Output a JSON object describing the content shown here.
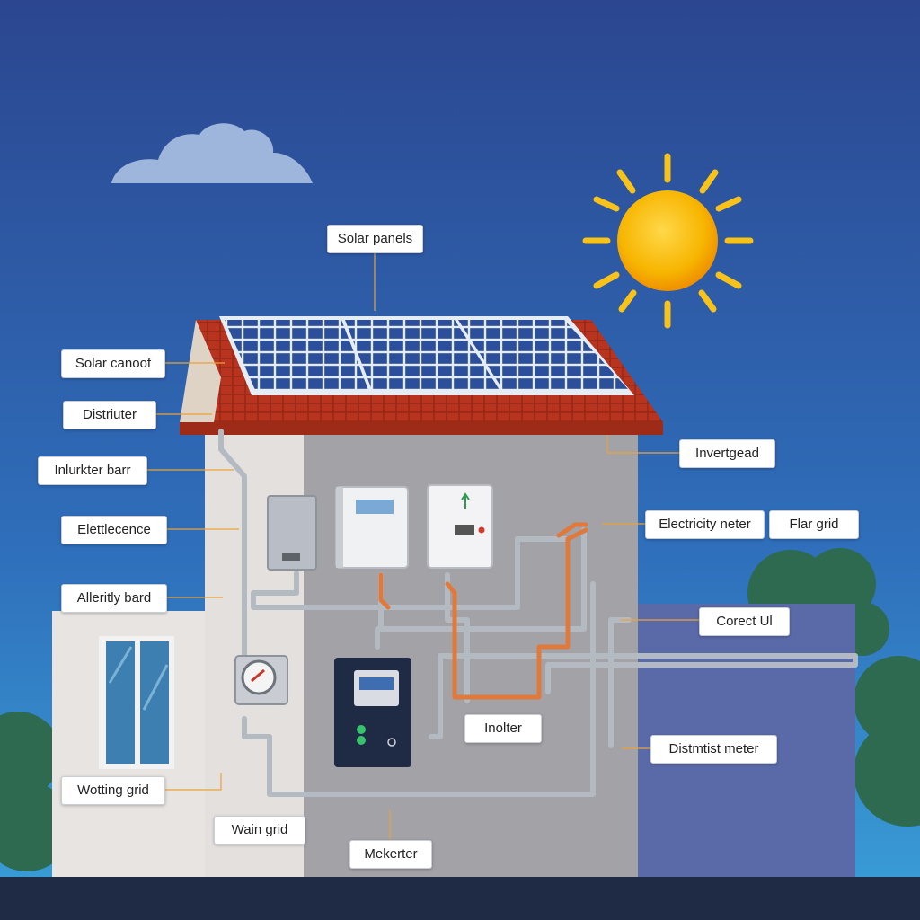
{
  "labels": {
    "solar_panels": "Solar panels",
    "solar_canoof": "Solar canoof",
    "distriuter": "Distriuter",
    "inlurkter_barr": "Inlurkter barr",
    "elettlecence": "Elettlecence",
    "alleritly_bard": "Alleritly bard",
    "wotting_grid": "Wotting grid",
    "wain_grid": "Wain grid",
    "mekerter": "Mekerter",
    "invertgead": "Invertgead",
    "electricity_neter": "Electricity neter",
    "flar_grid": "Flar grid",
    "corect_ul": "Corect Ul",
    "inolter": "Inolter",
    "distmtist_meter": "Distmtist meter"
  },
  "colors": {
    "sky_top": "#2d4890",
    "sky_bottom": "#3fa0d8",
    "sun": "#f7b500",
    "roof_tile": "#b8341f",
    "panel": "#2b4f9a",
    "pipe": "#a9b0b8",
    "copper_pipe": "#e07a3c",
    "ground": "#1f2a44"
  },
  "icons": [
    "sun-icon",
    "cloud-icon",
    "solar-panel-icon",
    "meter-dial-icon",
    "inverter-icon",
    "window-icon"
  ]
}
